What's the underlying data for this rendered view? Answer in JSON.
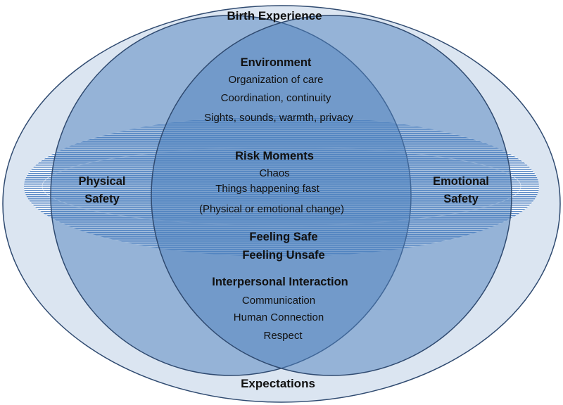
{
  "outer": {
    "top_label": "Birth Experience",
    "bottom_label": "Expectations"
  },
  "left": {
    "line1": "Physical",
    "line2": "Safety"
  },
  "right": {
    "line1": "Emotional",
    "line2": "Safety"
  },
  "environment": {
    "heading": "Environment",
    "items": [
      "Organization of care",
      "Coordination, continuity",
      "Sights, sounds, warmth, privacy"
    ]
  },
  "risk": {
    "heading": "Risk Moments",
    "items": [
      "Chaos",
      "Things happening fast",
      "(Physical or emotional change)"
    ]
  },
  "feeling": {
    "safe": "Feeling Safe",
    "unsafe": "Feeling Unsafe"
  },
  "interpersonal": {
    "heading": "Interpersonal Interaction",
    "items": [
      "Communication",
      "Human Connection",
      "Respect"
    ]
  },
  "colors": {
    "outer_fill": "#dbe5f1",
    "circle_fill": "#4f81bd",
    "outline": "#2f4a70",
    "band_stripe": "#5b8ac6"
  }
}
